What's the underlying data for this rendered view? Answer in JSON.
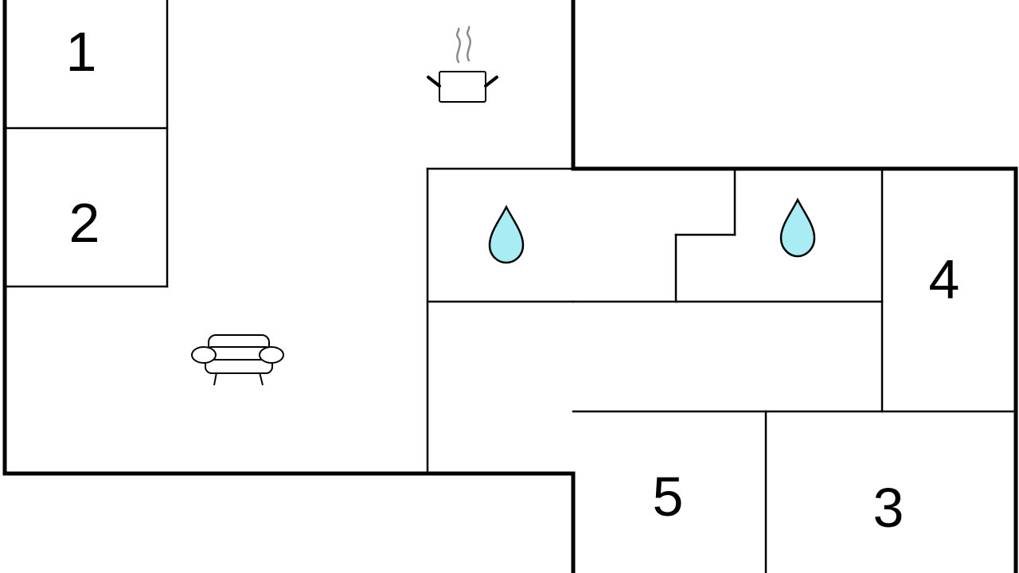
{
  "floorplan": {
    "rooms": [
      {
        "id": "room-1",
        "label": "1"
      },
      {
        "id": "room-2",
        "label": "2"
      },
      {
        "id": "room-3",
        "label": "3"
      },
      {
        "id": "room-4",
        "label": "4"
      },
      {
        "id": "room-5",
        "label": "5"
      }
    ],
    "icons": {
      "kitchen": "cooking-pot-icon",
      "living": "sofa-icon",
      "bathroom_1": "water-drop-icon",
      "bathroom_2": "water-drop-icon"
    },
    "colors": {
      "wall": "#000000",
      "water_drop": "#a8ecf4",
      "steam": "#8a8a8a",
      "background": "#ffffff"
    }
  }
}
